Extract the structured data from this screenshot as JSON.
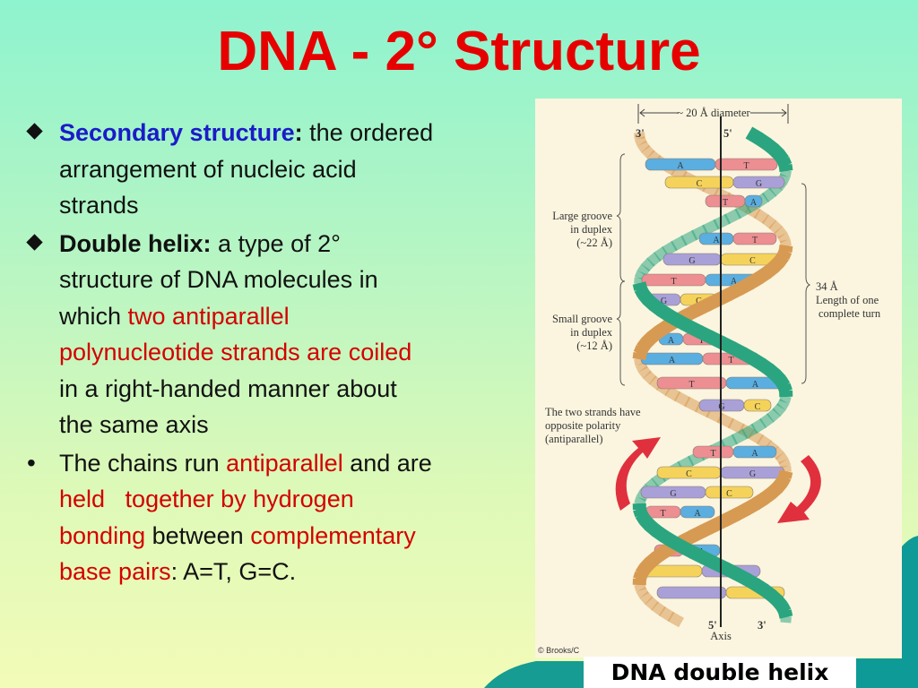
{
  "title": "DNA - 2° Structure",
  "bullets": [
    {
      "marker": "diamond",
      "lines": [
        [
          {
            "text": "Secondary structure",
            "style": "blue"
          },
          {
            "text": ":",
            "style": "bold"
          },
          {
            "text": " the ordered",
            "style": "plain"
          }
        ],
        [
          {
            "text": "arrangement of nucleic acid",
            "style": "plain"
          }
        ],
        [
          {
            "text": "strands",
            "style": "plain"
          }
        ]
      ]
    },
    {
      "marker": "diamond",
      "lines": [
        [
          {
            "text": "Double helix:",
            "style": "bold"
          },
          {
            "text": " a type of 2°",
            "style": "plain"
          }
        ],
        [
          {
            "text": "structure of DNA molecules in",
            "style": "plain"
          }
        ],
        [
          {
            "text": "which ",
            "style": "plain"
          },
          {
            "text": "two antiparallel",
            "style": "red"
          }
        ],
        [
          {
            "text": "polynucleotide strands are coiled",
            "style": "red"
          }
        ],
        [
          {
            "text": "in a right-handed manner about",
            "style": "plain"
          }
        ],
        [
          {
            "text": "the same axis",
            "style": "plain"
          }
        ]
      ]
    },
    {
      "marker": "dot",
      "lines": [
        [
          {
            "text": "The chains run ",
            "style": "plain"
          },
          {
            "text": "antiparallel",
            "style": "red"
          },
          {
            "text": " and are",
            "style": "plain"
          }
        ],
        [
          {
            "text": "held   together by hydrogen",
            "style": "red"
          }
        ],
        [
          {
            "text": "bonding",
            "style": "red"
          },
          {
            "text": " between ",
            "style": "plain"
          },
          {
            "text": "complementary",
            "style": "red"
          }
        ],
        [
          {
            "text": "base pairs",
            "style": "red"
          },
          {
            "text": ": A=T, G=C.",
            "style": "plain"
          }
        ]
      ]
    }
  ],
  "figure": {
    "diameter_label": "~ 20 Å diameter",
    "top_left_end": "3'",
    "top_right_end": "5'",
    "bottom_left_end": "5'",
    "bottom_right_end": "3'",
    "axis_label": "Axis",
    "large_groove": [
      "Large groove",
      "in duplex",
      "(~22 Å)"
    ],
    "small_groove": [
      "Small groove",
      "in duplex",
      "(~12 Å)"
    ],
    "turn_length": [
      "34 Å",
      "Length of one",
      "complete turn"
    ],
    "polarity_note": [
      "The two strands have",
      "opposite polarity",
      "(antiparallel)"
    ],
    "base_pairs": [
      [
        "A",
        "T"
      ],
      [
        "C",
        "G"
      ],
      [
        "T",
        "A"
      ],
      [
        "A",
        "T"
      ],
      [
        "G",
        "C"
      ],
      [
        "T",
        "A"
      ],
      [
        "G",
        "C"
      ],
      [
        "A",
        "T"
      ],
      [
        "A",
        "T"
      ],
      [
        "T",
        "A"
      ],
      [
        "G",
        "C"
      ],
      [
        "T",
        "A"
      ],
      [
        "C",
        "G"
      ],
      [
        "G",
        "C"
      ],
      [
        "T",
        "A"
      ],
      [
        "T",
        "A"
      ],
      [
        "",
        ""
      ],
      [
        "",
        ""
      ]
    ],
    "base_colors": {
      "A": "#5aaee0",
      "T": "#ec8e92",
      "G": "#a9a0d8",
      "C": "#f5d35a"
    },
    "unlabeled_colors": [
      [
        "#f5d35a",
        "#a9a0d8"
      ],
      [
        "#a9a0d8",
        "#f5d35a"
      ]
    ],
    "strand_colors": {
      "tan": "#d79a52",
      "green": "#2aa57f",
      "arrow": "#e0303e"
    },
    "credit": "© Brooks/C"
  },
  "caption": "DNA double helix",
  "colors": {
    "title": "#e60000",
    "keyword_blue": "#1b1bc8",
    "highlight_red": "#d40000",
    "accent_teal": "#0e9a96"
  }
}
